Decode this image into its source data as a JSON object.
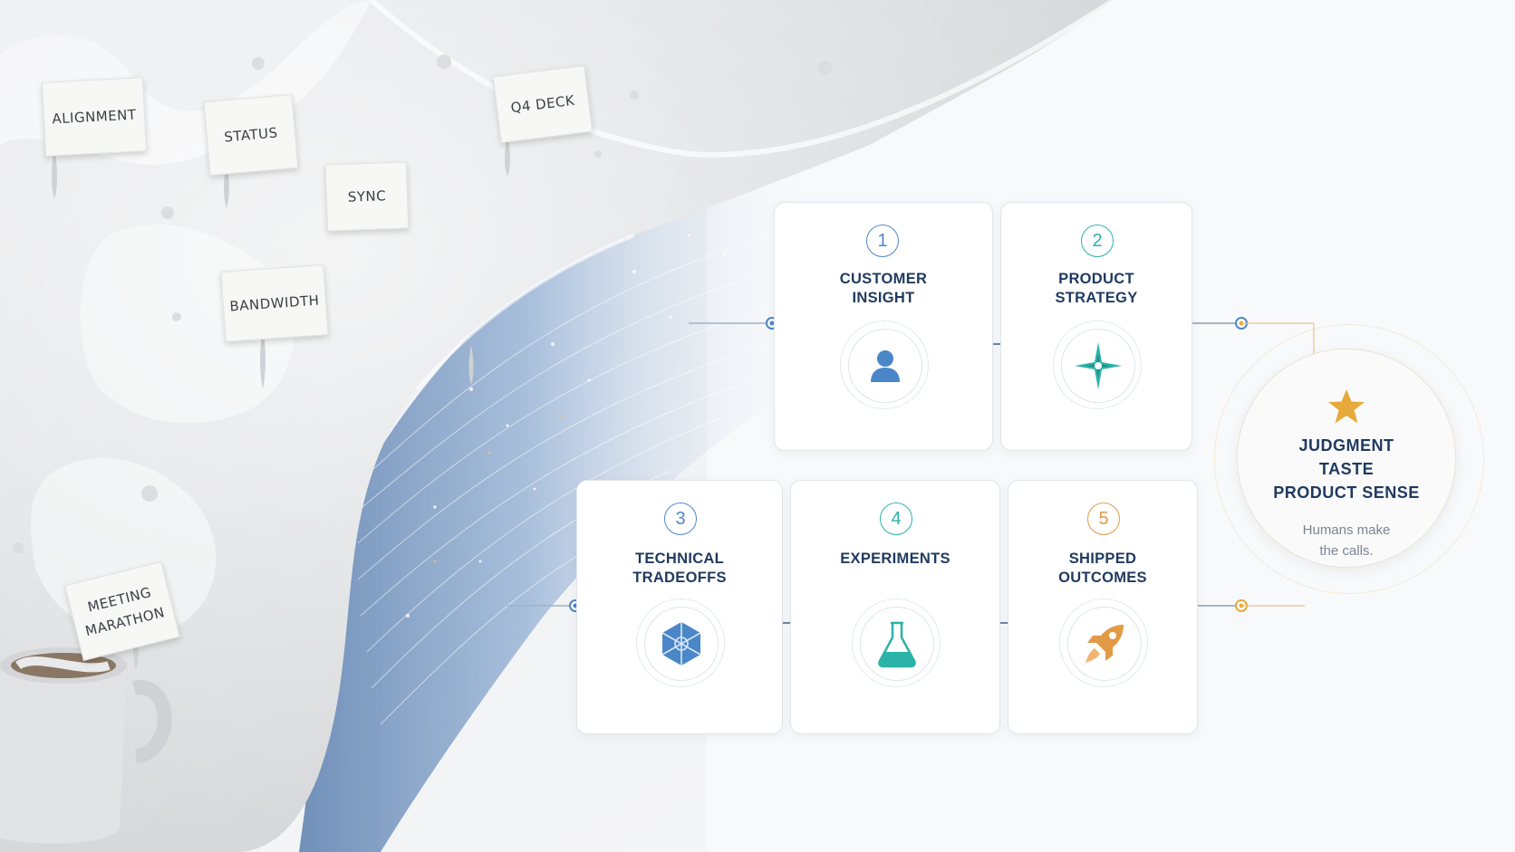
{
  "notes": [
    {
      "id": "alignment",
      "text": "ALIGNMENT"
    },
    {
      "id": "status",
      "text": "STATUS"
    },
    {
      "id": "sync",
      "text": "SYNC"
    },
    {
      "id": "q4deck",
      "text": "Q4 DECK"
    },
    {
      "id": "bandwidth",
      "text": "BANDWIDTH"
    },
    {
      "id": "meeting",
      "text": "MEETING\nMARATHON"
    }
  ],
  "steps": [
    {
      "number": "1",
      "line1": "CUSTOMER",
      "line2": "INSIGHT",
      "icon": "person-icon",
      "color": "#4a86c8"
    },
    {
      "number": "2",
      "line1": "PRODUCT",
      "line2": "STRATEGY",
      "icon": "compass-icon",
      "color": "#2bb3a8"
    },
    {
      "number": "3",
      "line1": "TECHNICAL",
      "line2": "TRADEOFFS",
      "icon": "hexagon-network-icon",
      "color": "#4a86c8"
    },
    {
      "number": "4",
      "line1": "EXPERIMENTS",
      "line2": "",
      "icon": "flask-icon",
      "color": "#2bb3a8"
    },
    {
      "number": "5",
      "line1": "SHIPPED",
      "line2": "OUTCOMES",
      "icon": "rocket-icon",
      "color": "#e39a47"
    }
  ],
  "judgment": {
    "lines": [
      "JUDGMENT",
      "TASTE",
      "PRODUCT SENSE"
    ],
    "subtitle_line1": "Humans make",
    "subtitle_line2": "the calls.",
    "icon": "star-icon",
    "accent": "#e6a93a"
  },
  "colors": {
    "navy": "#1f3a5f",
    "blue": "#4a86c8",
    "teal": "#2bb3a8",
    "orange": "#e39a47",
    "gold": "#e6a93a"
  }
}
